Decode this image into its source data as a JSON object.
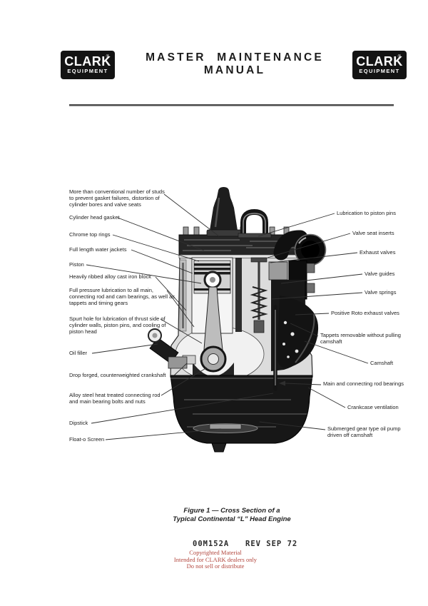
{
  "header": {
    "title": "MASTER MAINTENANCE MANUAL",
    "logo_brand": "CLARK",
    "logo_reg": "®",
    "logo_sub": "EQUIPMENT"
  },
  "figure": {
    "left_labels": [
      "More than conventional number of studs to prevent gasket failures, distortion of cylinder bores and valve seats",
      "Cylinder head gasket",
      "Chrome top rings",
      "Full length water jackets",
      "Piston",
      "Heavily ribbed alloy cast iron block",
      "Full pressure lubrication to all main, connecting rod and cam bearings, as well as tappets and timing gears",
      "Spurt hole for lubrication of thrust side of cylinder walls, piston pins, and cooling of piston head",
      "Oil filler",
      "Drop forged, counterweighted crankshaft",
      "Alloy steel heat treated connecting rod and main bearing bolts and nuts",
      "Dipstick",
      "Float-o Screen"
    ],
    "right_labels": [
      "Lubrication to piston pins",
      "Valve seat inserts",
      "Exhaust valves",
      "Valve guides",
      "Valve springs",
      "Positive Roto exhaust valves",
      "Tappets removable without pulling camshaft",
      "Camshaft",
      "Main and connecting rod bearings",
      "Crankcase ventilation",
      "Submerged gear type oil pump driven off camshaft"
    ],
    "caption_line1": "Figure 1 — Cross Section of a",
    "caption_line2": "Typical Continental “L” Head Engine"
  },
  "footer": {
    "part_number": "00M152A",
    "revision": "REV SEP 72",
    "notice": {
      "line1": "Copyrighted Material",
      "line2": "Intended for CLARK dealers only",
      "line3": "Do not sell or distribute",
      "color": "#b2453c"
    }
  }
}
